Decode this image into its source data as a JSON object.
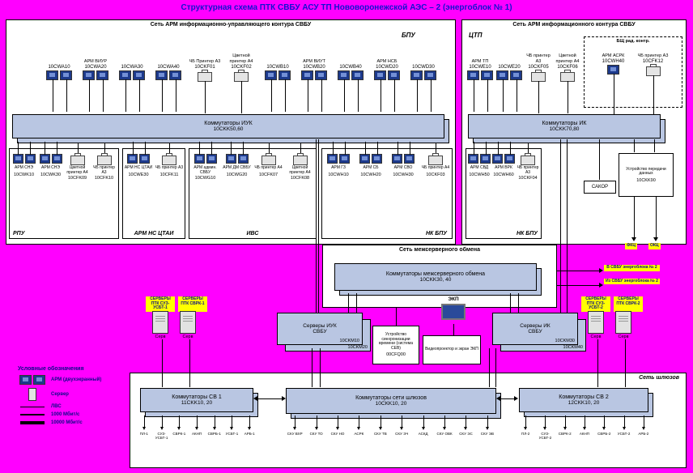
{
  "title": "Структурная схема ПТК СВБУ АСУ ТП Нововоронежской АЭС – 2 (энергоблок № 1)",
  "colors": {
    "background": "#ff00ff",
    "box_fill": "#b9c6e2",
    "highlight": "#ffff00",
    "title_text": "#1212d0"
  },
  "net_iuk": {
    "label": "Сеть АРМ информационно-управляющего контура СВБУ",
    "zone": "БПУ",
    "row": [
      {
        "type": "ws2",
        "name": "",
        "code": "10CWA10"
      },
      {
        "type": "ws2",
        "name": "АРМ ВИУР",
        "code": "10CWA20"
      },
      {
        "type": "ws2",
        "name": "",
        "code": "10CWA30"
      },
      {
        "type": "ws2",
        "name": "",
        "code": "10CWA40"
      },
      {
        "type": "prn",
        "name": "ЧБ Принтер А3",
        "code": "10CKF01"
      },
      {
        "type": "prn",
        "name": "Цветной принтер А4",
        "code": "10CKF02"
      },
      {
        "type": "ws2",
        "name": "",
        "code": "10CWB10"
      },
      {
        "type": "ws2",
        "name": "АРМ ВИУТ",
        "code": "10CWB20"
      },
      {
        "type": "ws2",
        "name": "",
        "code": "10CWB40"
      },
      {
        "type": "ws2",
        "name": "АРМ НСБ",
        "code": "10CWD20"
      },
      {
        "type": "ws2",
        "name": "",
        "code": "10CWD30"
      }
    ],
    "switch": {
      "name": "Коммутаторы ИУК",
      "code": "10CKK50,60"
    }
  },
  "sub_rpu": {
    "label": "РПУ",
    "items": [
      {
        "type": "ws2",
        "name": "АРМ СНЭ",
        "code": "10CWK10"
      },
      {
        "type": "ws2",
        "name": "АРМ СНЭ",
        "code": "10CWK30"
      },
      {
        "type": "prn",
        "name": "Цветной принтер А4",
        "code": "10CFK09"
      },
      {
        "type": "prn",
        "name": "ЧБ принтер А3",
        "code": "10CFK10"
      }
    ]
  },
  "sub_ctai": {
    "label": "АРМ НС ЦТАИ",
    "items": [
      {
        "type": "ws2",
        "name": "АРМ НС ЦТАИ",
        "code": "10CWE30"
      },
      {
        "type": "prn",
        "name": "ЧБ принтер А3",
        "code": "10CFK11"
      }
    ]
  },
  "sub_ivs": {
    "label": "ИВС",
    "items": [
      {
        "type": "ws2",
        "name": "АРМ админ. СВБУ",
        "code": "10CWG10"
      },
      {
        "type": "ws2",
        "name": "АРМ ДМ СВБУ",
        "code": "10CWG20"
      },
      {
        "type": "prn",
        "name": "ЧБ принтер А4",
        "code": "10CFK07"
      },
      {
        "type": "prn",
        "name": "Цветной принтер А4",
        "code": "10CFK08"
      }
    ]
  },
  "sub_nkbpu1": {
    "label": "НК БПУ",
    "items": [
      {
        "type": "ws2",
        "name": "АРМ ГЗ",
        "code": "10CWH10"
      },
      {
        "type": "ws2",
        "name": "АРМ СБ",
        "code": "10CWH20"
      },
      {
        "type": "ws2",
        "name": "АРМ СВО",
        "code": "10CWH30"
      },
      {
        "type": "prn",
        "name": "ЧБ принтер А4",
        "code": "10CKF03"
      }
    ]
  },
  "sub_nkbpu2": {
    "label": "НК БПУ",
    "items": [
      {
        "type": "ws2",
        "name": "АРМ СВД",
        "code": "10CWH50"
      },
      {
        "type": "ws2",
        "name": "АРМ ВРК",
        "code": "10CWH60"
      },
      {
        "type": "prn",
        "name": "ЧБ принтер А3",
        "code": "10CKF04"
      }
    ]
  },
  "net_ik": {
    "label": "Сеть АРМ информационного контура СВБУ",
    "zone": "ЦТП",
    "row": [
      {
        "type": "ws2",
        "name": "АРМ ТП",
        "code": "10CWE10"
      },
      {
        "type": "ws2",
        "name": "",
        "code": "10CWE20"
      },
      {
        "type": "prn",
        "name": "ЧБ принтер А3",
        "code": "10CKF05"
      },
      {
        "type": "prn",
        "name": "Цветной принтер А4",
        "code": "10CKF06"
      }
    ],
    "bshrk": {
      "label": "БЩ рад. контр.",
      "items": [
        {
          "type": "ws1",
          "name": "АРМ АСРК",
          "code": "10CWH40"
        },
        {
          "type": "prn",
          "name": "ЧБ принтер А3",
          "code": "10CFK12"
        }
      ]
    },
    "switch": {
      "name": "Коммутаторы ИК",
      "code": "10CKK70,80"
    },
    "sakor": "САКОР",
    "upd": {
      "name": "Устройство передачи данных",
      "code": "10CKK90"
    },
    "upd_targets": [
      "ФКЦ",
      "ОКЦ"
    ]
  },
  "mid": {
    "label": "Сеть межсерверного обмена",
    "switch": {
      "name": "Коммутаторы межсерверного обмена",
      "code": "10CKK30, 40"
    },
    "links": [
      "В СВБУ энергоблока № 2",
      "Из СВБУ энергоблока № 2"
    ]
  },
  "servers_iuk": {
    "name": "Серверы ИУК\nСВБУ",
    "code_front": "10CKM10",
    "code_back": "10CKM20"
  },
  "servers_ik": {
    "name": "Серверы ИК\nСВБУ",
    "code_front": "10CKM30",
    "code_back": "10CKM40"
  },
  "sev": {
    "text": "Устройство синхронизации времени (система СЕВ)",
    "code": "00CFQ00"
  },
  "ekp": {
    "screen": "ЭКП",
    "box": "Видеопроектор и экран ЭКП"
  },
  "gw_left": {
    "chips": [
      "СЕРВЕРЫ ПТК СУЗ-УСБТ-1",
      "СЕРВЕРЫ ПТК СВРК-1"
    ],
    "towers": [
      "Серв",
      "Серв"
    ]
  },
  "gw_right": {
    "chips": [
      "СЕРВЕРЫ ПТК СУЗ-УСБТ-2",
      "СЕРВЕРЫ ПТК СВРК-2"
    ],
    "towers": [
      "Серв",
      "Серв"
    ]
  },
  "gateway": {
    "label": "Сеть шлюзов",
    "sw1": {
      "name": "Коммутаторы СВ 1",
      "code": "11CKK10, 20",
      "targets": [
        "ПЛ-1",
        "СУЗ-УСБТ-1",
        "СВРК-1",
        "АКНП",
        "СВРБ-1",
        "УСБТ-1",
        "АРБ-1"
      ]
    },
    "swg": {
      "name": "Коммутаторы сети шлюзов",
      "code": "10CKK10, 20",
      "targets": [
        "СКУ ВХР",
        "СКУ ТО",
        "СКУ НО",
        "АСРК",
        "СКУ ТВ",
        "СКУ ЭЧ",
        "АСКД",
        "СКУ ОВК",
        "СКУ ЭС",
        "СКУ ЭВ"
      ]
    },
    "sw2": {
      "name": "Коммутаторы СВ 2",
      "code": "12CKK10, 20",
      "targets": [
        "ПЛ-2",
        "СУЗ-УСБТ-2",
        "СВРК-2",
        "АКНП",
        "СВРБ-2",
        "УСБТ-2",
        "АРБ-2"
      ]
    }
  },
  "legend": {
    "title": "Условные обозначения",
    "items": [
      {
        "type": "arm2",
        "label": "АРМ (двухэкранный)"
      },
      {
        "type": "server",
        "label": "Сервер"
      },
      {
        "type": "line1",
        "label": "ЛВС"
      },
      {
        "type": "line2",
        "label": "1000 Мбит/с"
      },
      {
        "type": "line3",
        "label": "10000 Мбит/с"
      }
    ]
  }
}
